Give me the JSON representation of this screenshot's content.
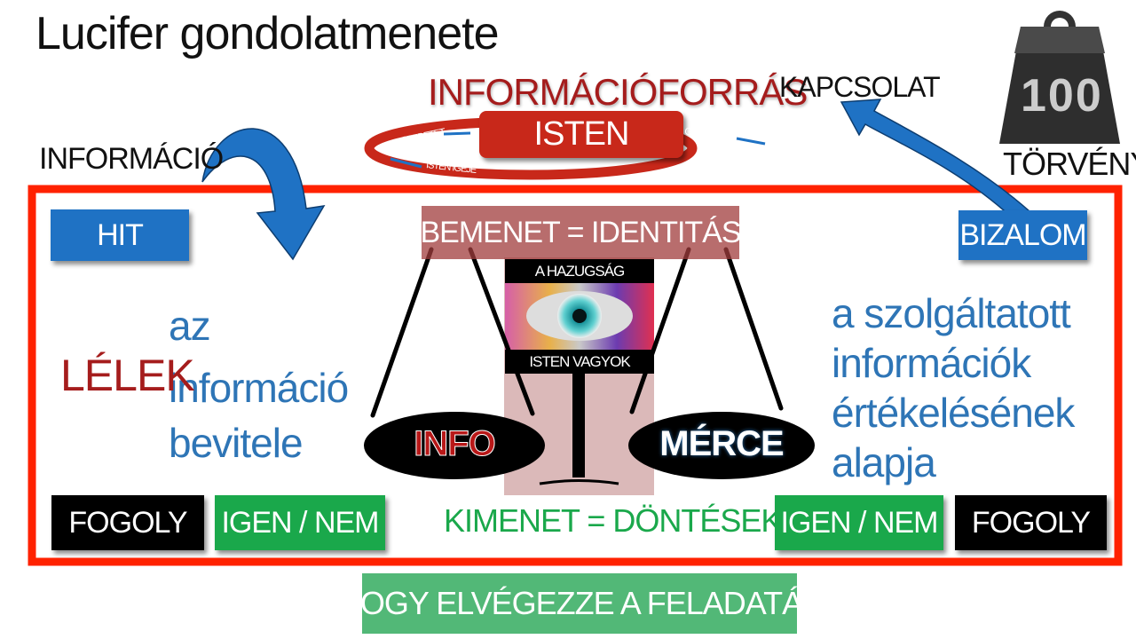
{
  "title": "Lucifer gondolatmenete",
  "source": {
    "label": "INFORMÁCIÓFORRÁS",
    "center": "ISTEN",
    "ring": [
      "SZERETET",
      "GYÜMÖLCS",
      "ISTEN IGÉJE"
    ]
  },
  "kapcsolat": "KAPCSOLAT",
  "weight": {
    "value": "100",
    "label": "TÖRVÉNY"
  },
  "informacio": "INFORMÁCIÓ",
  "hit": "HIT",
  "bizalom": "BIZALOM",
  "bemenet": "BEMENET = IDENTITÁS",
  "eye": {
    "top": "A HAZUGSÁG",
    "bottom": "ISTEN VAGYOK"
  },
  "lelek": "LÉLEK",
  "left_text": [
    "az",
    "információ",
    "bevitele"
  ],
  "right_text": [
    "a szolgáltatott",
    "információk",
    "értékelésének",
    "alapja"
  ],
  "info": "INFO",
  "merce": "MÉRCE",
  "bottom": {
    "fogoly_left": "FOGOLY",
    "igen_nem_left": "IGEN / NEM",
    "kimenet": "KIMENET = DÖNTÉSEK",
    "igen_nem_right": "IGEN / NEM",
    "fogoly_right": "FOGOLY"
  },
  "task": "HOGY ELVÉGEZZE A FELADATÁT",
  "colors": {
    "red": "#ff2200",
    "darkred": "#a51c1c",
    "blue": "#1f72c4",
    "green": "#1aa84b",
    "text_blue": "#2e75b6"
  }
}
